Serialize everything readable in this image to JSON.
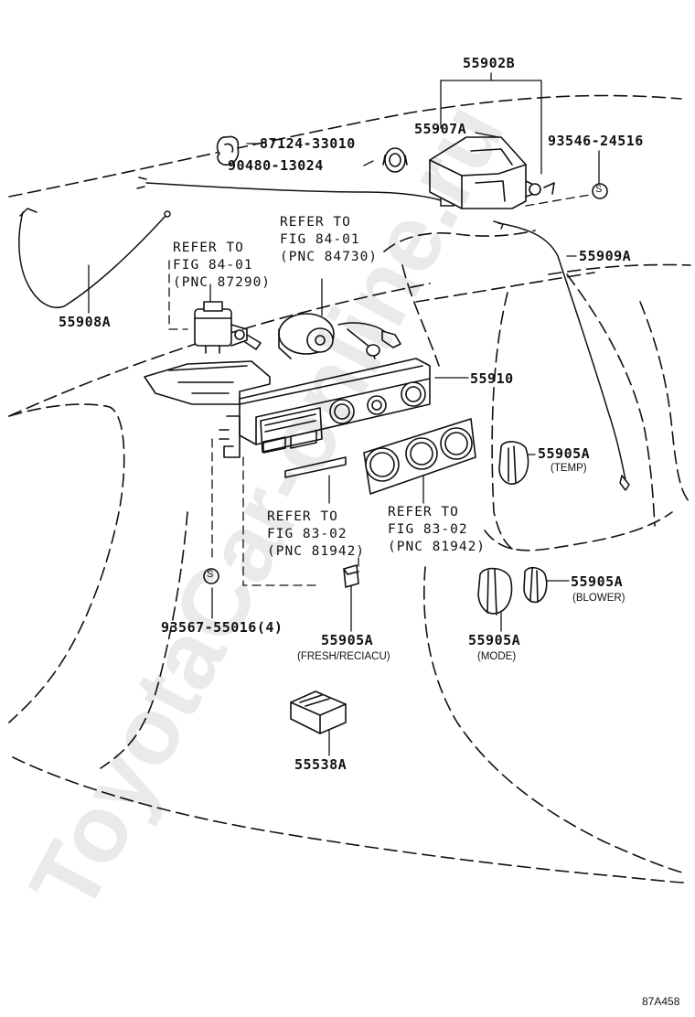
{
  "labels": {
    "p55902b": "55902B",
    "p55907a": "55907A",
    "p87124": "87124-33010",
    "p90480": "90480-13024",
    "p93546": "93546-24516",
    "p55909a": "55909A",
    "p55908a": "55908A",
    "p55910": "55910",
    "p55905a_temp": "55905A",
    "p55905a_blower": "55905A",
    "p55905a_mode": "55905A",
    "p55905a_fresh": "55905A",
    "p93567": "93567-55016(4)",
    "p55538a": "55538A"
  },
  "sublabels": {
    "temp": "(TEMP)",
    "blower": "(BLOWER)",
    "mode": "(MODE)",
    "fresh": "(FRESH/RECIACU)"
  },
  "refs": {
    "ref1": "REFER TO\nFIG 84-01\n(PNC 87290)",
    "ref2": "REFER TO\nFIG 84-01\n(PNC 84730)",
    "ref3": "REFER TO\nFIG 83-02\n(PNC 81942)",
    "ref4": "REFER TO\nFIG 83-02\n(PNC 81942)"
  },
  "symbols": {
    "s_symbol": "S"
  },
  "figure_id": "87A458",
  "watermark": "ToyotaCar-online.ru"
}
